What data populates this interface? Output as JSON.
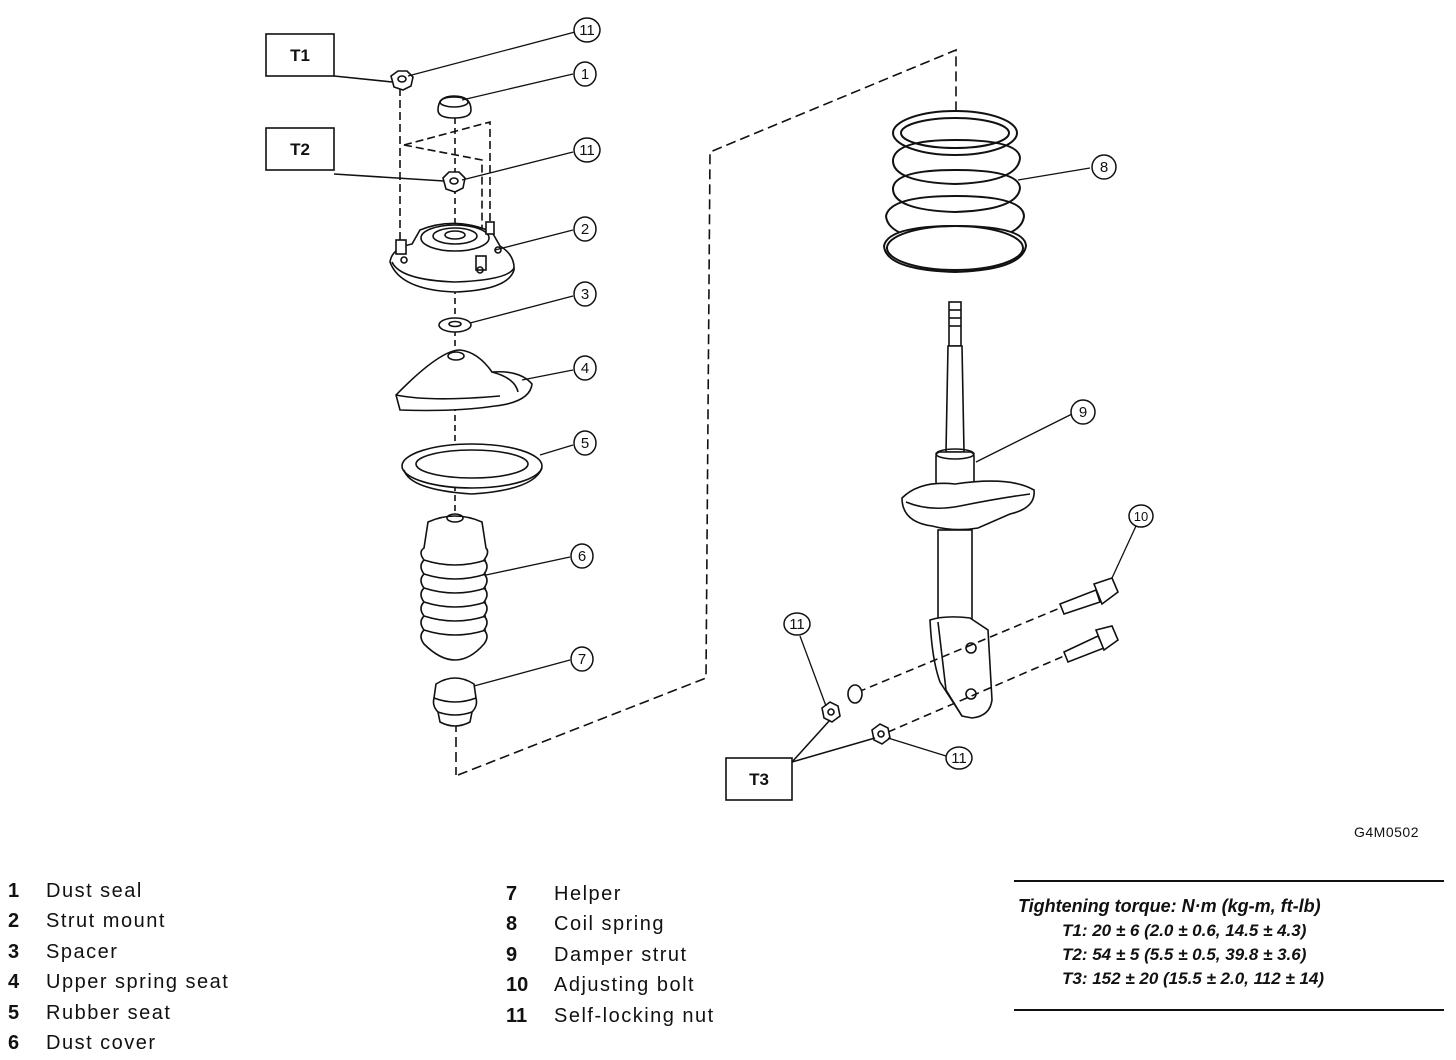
{
  "callouts": {
    "t1": "T1",
    "t2": "T2",
    "t3": "T3",
    "c1": "1",
    "c2": "2",
    "c3": "3",
    "c4": "4",
    "c5": "5",
    "c6": "6",
    "c7": "7",
    "c8": "8",
    "c9": "9",
    "c10": "10",
    "c11": "11"
  },
  "reference_code": "G4M0502",
  "legend": {
    "left": [
      {
        "num": "1",
        "label": "Dust seal"
      },
      {
        "num": "2",
        "label": "Strut mount"
      },
      {
        "num": "3",
        "label": "Spacer"
      },
      {
        "num": "4",
        "label": "Upper spring seat"
      },
      {
        "num": "5",
        "label": "Rubber seat"
      },
      {
        "num": "6",
        "label": "Dust cover"
      }
    ],
    "right": [
      {
        "num": "7",
        "label": "Helper"
      },
      {
        "num": "8",
        "label": "Coil spring"
      },
      {
        "num": "9",
        "label": "Damper strut"
      },
      {
        "num": "10",
        "label": "Adjusting bolt"
      },
      {
        "num": "11",
        "label": "Self-locking nut"
      }
    ]
  },
  "torque": {
    "title": "Tightening torque: N·m (kg-m, ft-lb)",
    "lines": [
      "T1: 20 ± 6 (2.0 ± 0.6, 14.5 ± 4.3)",
      "T2: 54 ± 5 (5.5 ± 0.5, 39.8 ± 3.6)",
      "T3: 152 ± 20 (15.5 ± 2.0, 112 ± 14)"
    ]
  }
}
